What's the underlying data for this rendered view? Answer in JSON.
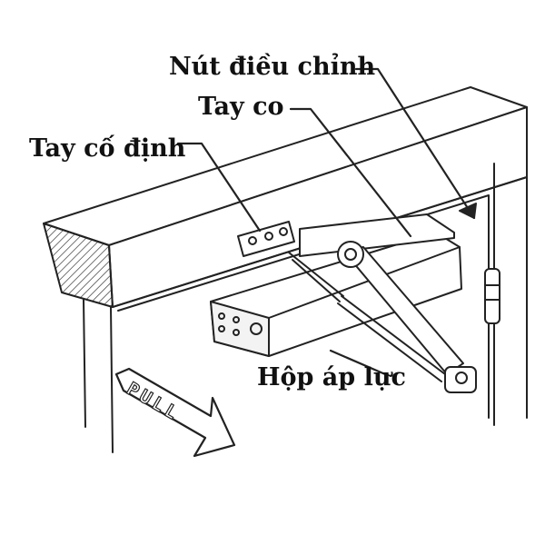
{
  "labels": {
    "adjust_knob": "Nút điều chỉnh",
    "arm": "Tay co",
    "fixed_arm": "Tay cố định",
    "pressure_box": "Hộp áp lực"
  },
  "sign": {
    "text": "PULL"
  },
  "colors": {
    "stroke": "#222222",
    "background": "#ffffff",
    "box_shade": "#e6e6e6"
  }
}
